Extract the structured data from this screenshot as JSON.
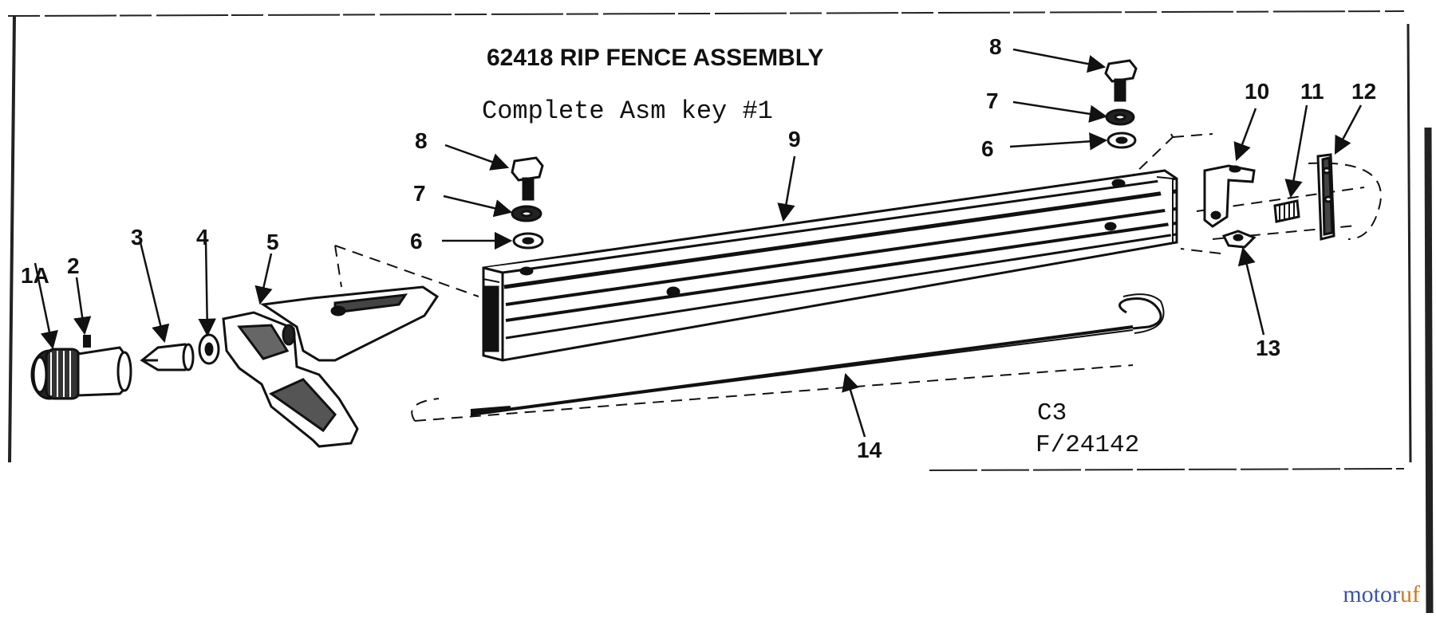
{
  "diagram": {
    "title": "62418 RIP FENCE ASSEMBLY",
    "subtitle": "Complete Asm key #1",
    "drawing_code_line1": "C3",
    "drawing_code_line2": "F/24142",
    "callouts": {
      "part_1a": "1A",
      "part_2": "2",
      "part_3": "3",
      "part_4": "4",
      "part_5": "5",
      "part_6_left": "6",
      "part_7_left": "7",
      "part_8_left": "8",
      "part_9": "9",
      "part_8_right": "8",
      "part_7_right": "7",
      "part_6_right": "6",
      "part_10": "10",
      "part_11": "11",
      "part_12": "12",
      "part_13": "13",
      "part_14": "14"
    }
  },
  "watermark": {
    "part1": "motor",
    "part2": "uf"
  },
  "colors": {
    "line": "#111111",
    "watermark_blue": "#3a55a8",
    "watermark_orange": "#d07820"
  }
}
